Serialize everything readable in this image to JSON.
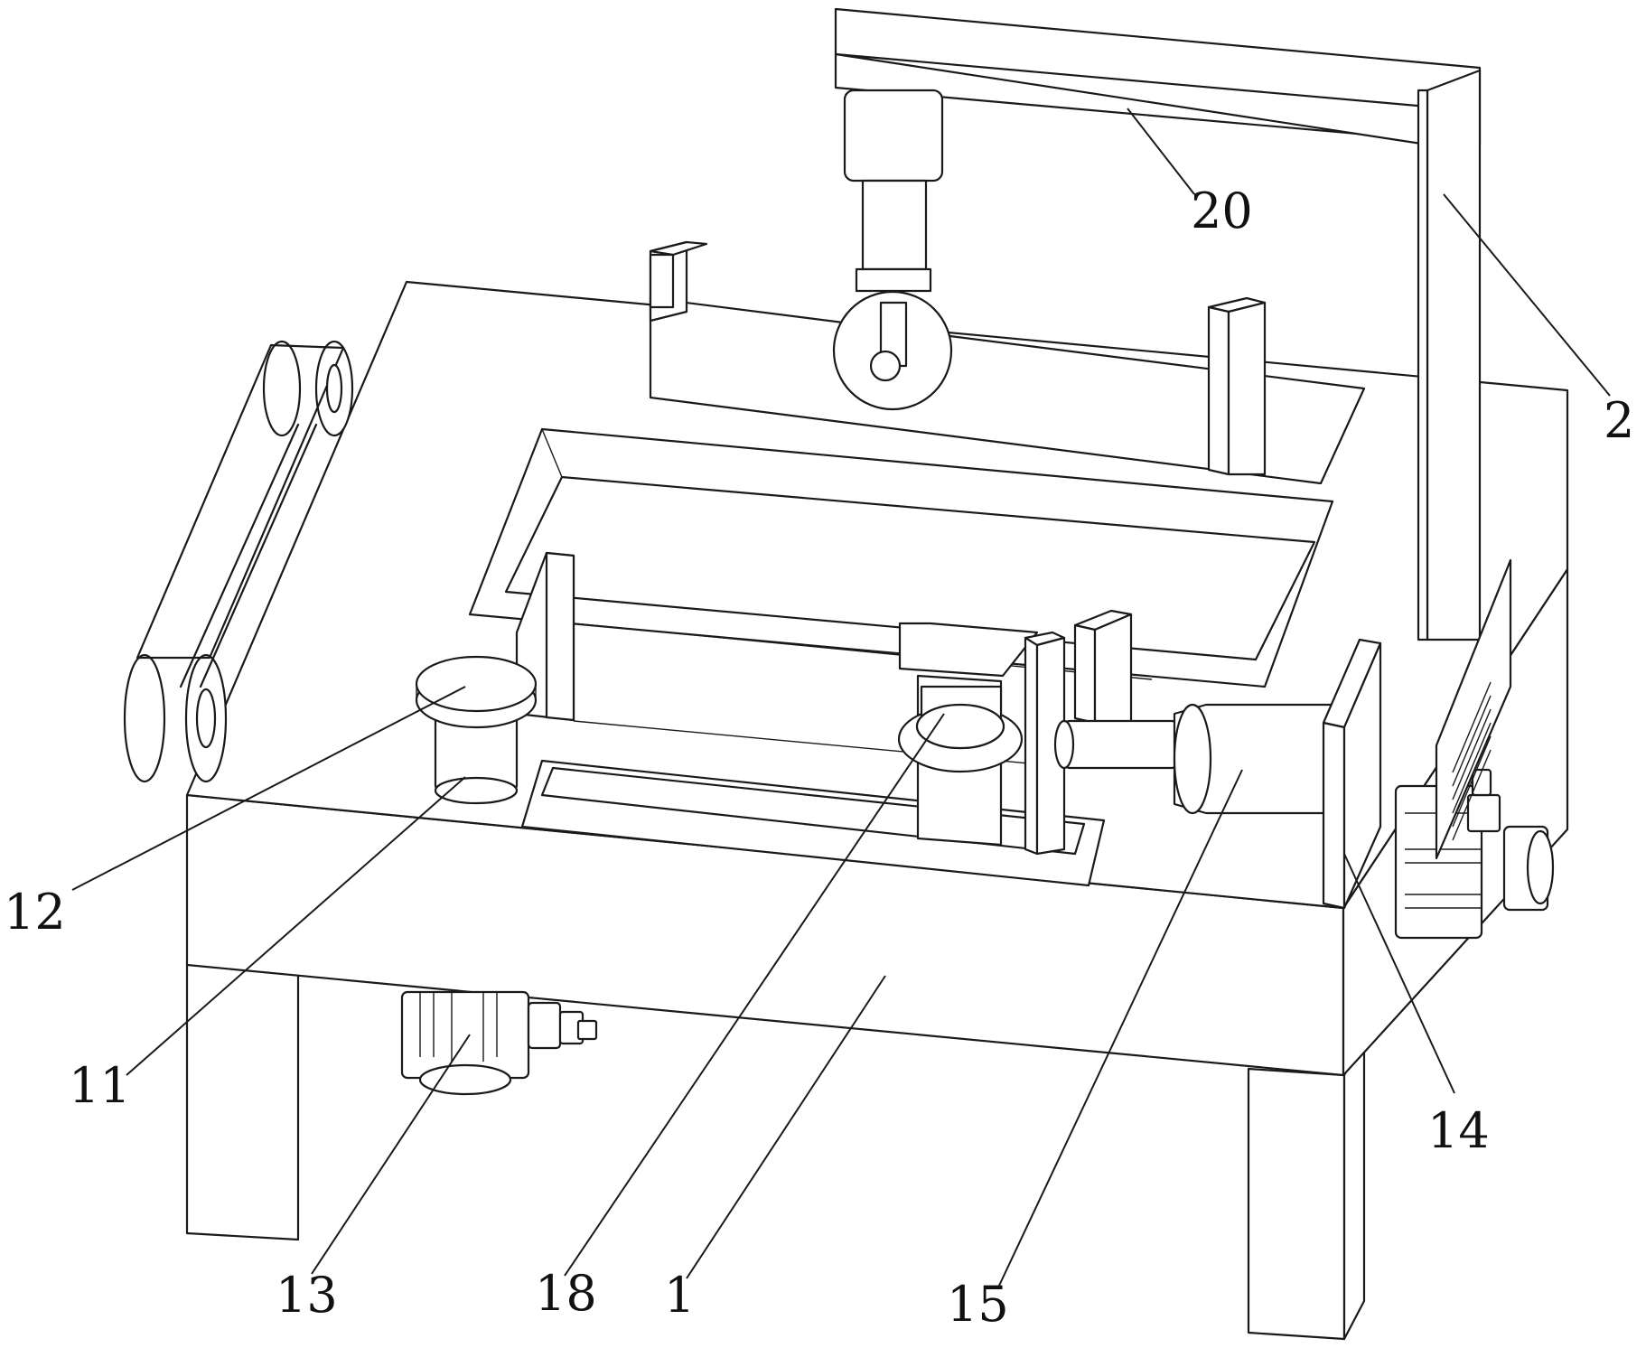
{
  "labels": {
    "frame_body": "1",
    "gantry_column": "2",
    "gantry_beam": "20",
    "cap_disc": "12",
    "cylinder_base": "11",
    "bottom_motor": "13",
    "pivot_turntable": "18",
    "side_plate": "14",
    "clamp_cylinder": "15"
  }
}
